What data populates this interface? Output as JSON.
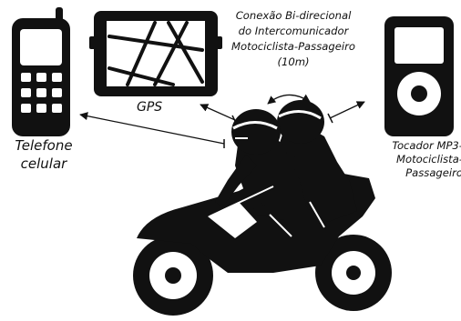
{
  "devices": {
    "phone": {
      "label_lines": [
        "Telefone",
        "celular"
      ],
      "icon": "mobile-phone-icon"
    },
    "gps": {
      "label": "GPS",
      "icon": "gps-navigator-icon"
    },
    "mp3": {
      "label_lines": [
        "Tocador MP3-",
        "Motociclista-",
        "Passageiro"
      ],
      "icon": "mp3-player-icon"
    }
  },
  "intercom": {
    "label_lines": [
      "Conexão Bi-direcional",
      "do Intercomunicador",
      "Motociclista-Passageiro",
      "(10m)"
    ]
  },
  "riders": {
    "icon": "motorcycle-riders-icon"
  },
  "colors": {
    "ink": "#111111",
    "background": "#ffffff"
  }
}
